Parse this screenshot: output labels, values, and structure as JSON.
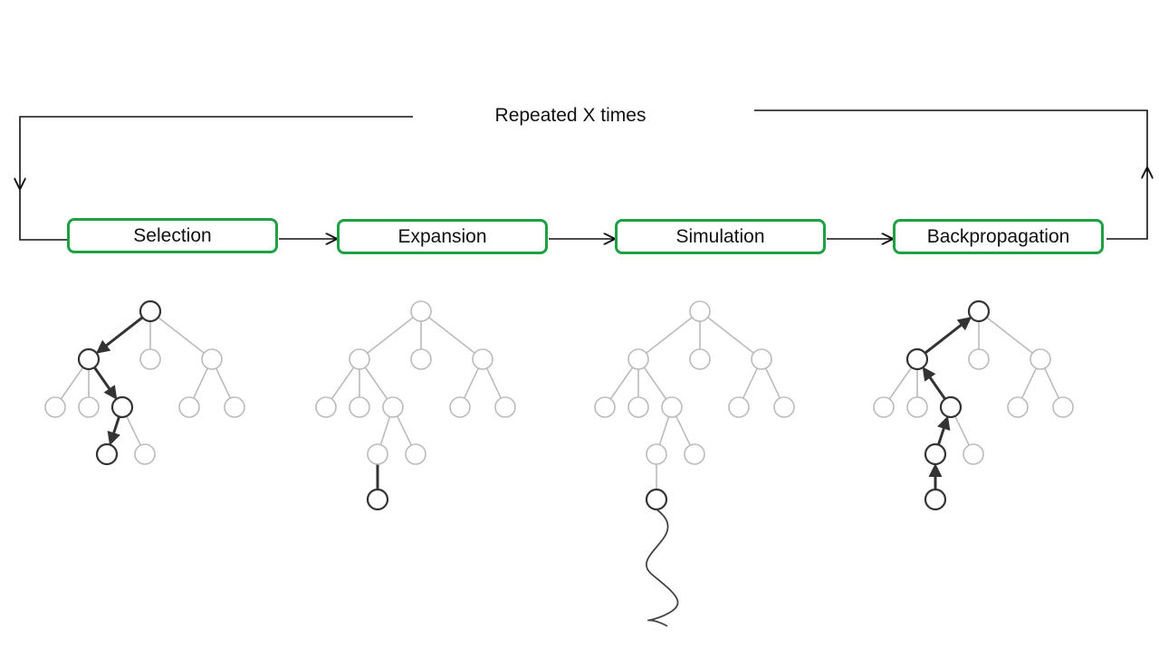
{
  "loop": {
    "label": "Repeated X times"
  },
  "phases": [
    {
      "label": "Selection"
    },
    {
      "label": "Expansion"
    },
    {
      "label": "Simulation"
    },
    {
      "label": "Backpropagation"
    }
  ],
  "colors": {
    "box_border": "#1fa045",
    "active": "#333333",
    "inactive": "#bbbbbb",
    "text": "#111111"
  }
}
